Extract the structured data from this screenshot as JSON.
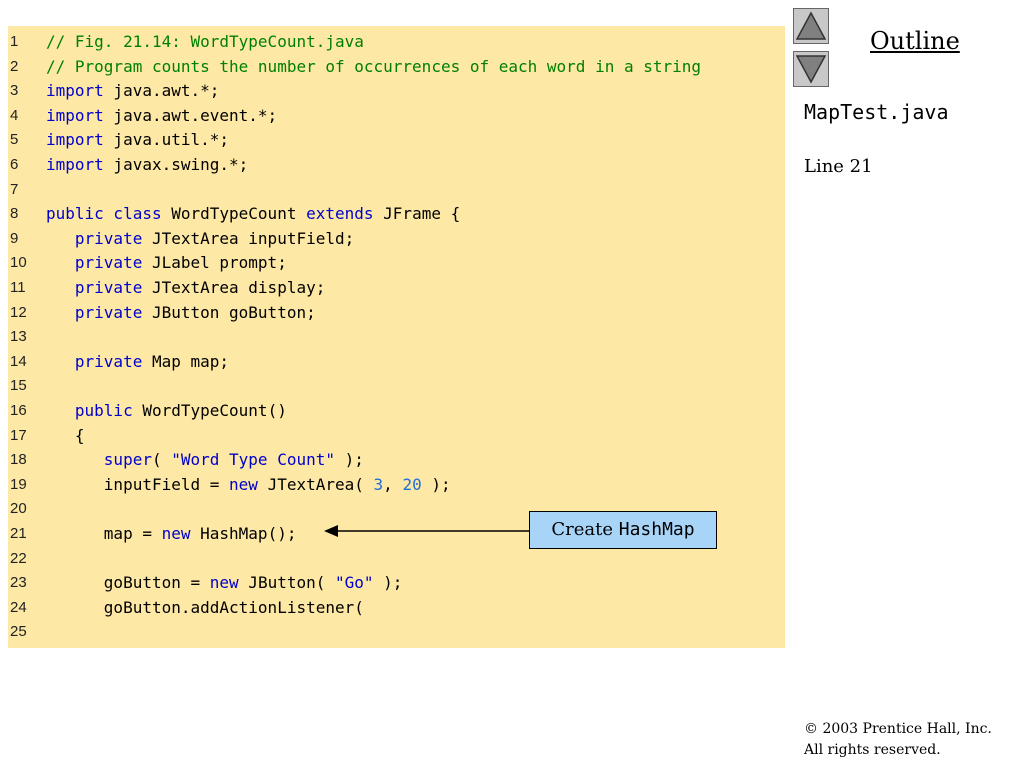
{
  "outline": {
    "title": "Outline"
  },
  "slide": {
    "file_name": "MapTest.java",
    "line_ref": "Line 21"
  },
  "callout": {
    "text": "Create ",
    "code": "HashMap"
  },
  "footer": {
    "copyright_symbol": "©",
    "copyright": " 2003 Prentice Hall, Inc.",
    "rights": "All rights reserved."
  },
  "code_lines": [
    {
      "num": "1",
      "tokens": [
        {
          "t": "// Fig. 21.14: WordTypeCount.java",
          "c": "c"
        }
      ]
    },
    {
      "num": "2",
      "tokens": [
        {
          "t": "// Program counts the number of occurrences of each word in a string",
          "c": "c"
        }
      ]
    },
    {
      "num": "3",
      "tokens": [
        {
          "t": "import",
          "c": "k"
        },
        {
          "t": " java.awt.*;",
          "c": "p"
        }
      ]
    },
    {
      "num": "4",
      "tokens": [
        {
          "t": "import",
          "c": "k"
        },
        {
          "t": " java.awt.event.*;",
          "c": "p"
        }
      ]
    },
    {
      "num": "5",
      "tokens": [
        {
          "t": "import",
          "c": "k"
        },
        {
          "t": " java.util.*;",
          "c": "p"
        }
      ]
    },
    {
      "num": "6",
      "tokens": [
        {
          "t": "import",
          "c": "k"
        },
        {
          "t": " javax.swing.*;",
          "c": "p"
        }
      ]
    },
    {
      "num": "7",
      "tokens": []
    },
    {
      "num": "8",
      "tokens": [
        {
          "t": "public class",
          "c": "k"
        },
        {
          "t": " WordTypeCount ",
          "c": "p"
        },
        {
          "t": "extends",
          "c": "k"
        },
        {
          "t": " JFrame {",
          "c": "p"
        }
      ]
    },
    {
      "num": "9",
      "tokens": [
        {
          "t": "   private",
          "c": "k"
        },
        {
          "t": " JTextArea inputField;",
          "c": "p"
        }
      ]
    },
    {
      "num": "10",
      "tokens": [
        {
          "t": "   private",
          "c": "k"
        },
        {
          "t": " JLabel prompt;",
          "c": "p"
        }
      ]
    },
    {
      "num": "11",
      "tokens": [
        {
          "t": "   private",
          "c": "k"
        },
        {
          "t": " JTextArea display;",
          "c": "p"
        }
      ]
    },
    {
      "num": "12",
      "tokens": [
        {
          "t": "   private",
          "c": "k"
        },
        {
          "t": " JButton goButton;",
          "c": "p"
        }
      ]
    },
    {
      "num": "13",
      "tokens": []
    },
    {
      "num": "14",
      "tokens": [
        {
          "t": "   private",
          "c": "k"
        },
        {
          "t": " Map map;",
          "c": "p"
        }
      ]
    },
    {
      "num": "15",
      "tokens": []
    },
    {
      "num": "16",
      "tokens": [
        {
          "t": "   public",
          "c": "k"
        },
        {
          "t": " WordTypeCount()",
          "c": "p"
        }
      ]
    },
    {
      "num": "17",
      "tokens": [
        {
          "t": "   {",
          "c": "p"
        }
      ]
    },
    {
      "num": "18",
      "tokens": [
        {
          "t": "      super",
          "c": "k"
        },
        {
          "t": "( ",
          "c": "p"
        },
        {
          "t": "\"Word Type Count\"",
          "c": "s"
        },
        {
          "t": " );",
          "c": "p"
        }
      ]
    },
    {
      "num": "19",
      "tokens": [
        {
          "t": "      inputField = ",
          "c": "p"
        },
        {
          "t": "new",
          "c": "k"
        },
        {
          "t": " JTextArea( ",
          "c": "p"
        },
        {
          "t": "3",
          "c": "n"
        },
        {
          "t": ", ",
          "c": "p"
        },
        {
          "t": "20",
          "c": "n"
        },
        {
          "t": " );",
          "c": "p"
        }
      ]
    },
    {
      "num": "20",
      "tokens": []
    },
    {
      "num": "21",
      "tokens": [
        {
          "t": "      map = ",
          "c": "p"
        },
        {
          "t": "new",
          "c": "k"
        },
        {
          "t": " HashMap();",
          "c": "p"
        }
      ]
    },
    {
      "num": "22",
      "tokens": []
    },
    {
      "num": "23",
      "tokens": [
        {
          "t": "      goButton = ",
          "c": "p"
        },
        {
          "t": "new",
          "c": "k"
        },
        {
          "t": " JButton( ",
          "c": "p"
        },
        {
          "t": "\"Go\"",
          "c": "s"
        },
        {
          "t": " );",
          "c": "p"
        }
      ]
    },
    {
      "num": "24",
      "tokens": [
        {
          "t": "      goButton.addActionListener(",
          "c": "p"
        }
      ]
    },
    {
      "num": "25",
      "tokens": []
    }
  ]
}
